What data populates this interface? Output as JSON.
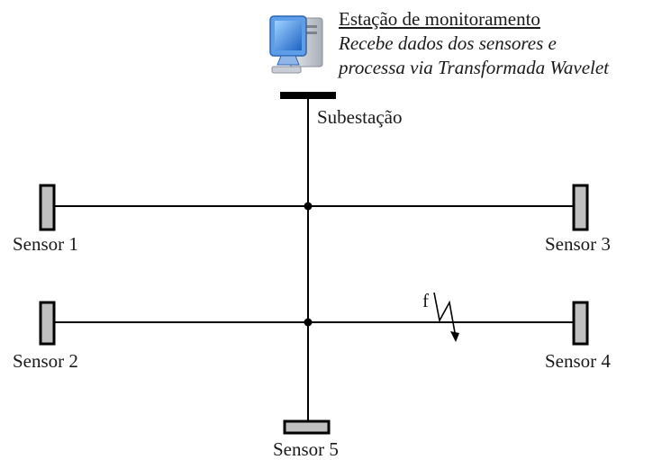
{
  "station": {
    "title": "Estação de monitoramento",
    "description_line1": "Recebe dados dos sensores e",
    "description_line2": "processa via Transformada Wavelet",
    "icon": "computer-icon"
  },
  "substation": {
    "label": "Subestação"
  },
  "sensors": [
    {
      "id": 1,
      "label": "Sensor 1"
    },
    {
      "id": 2,
      "label": "Sensor 2"
    },
    {
      "id": 3,
      "label": "Sensor 3"
    },
    {
      "id": 4,
      "label": "Sensor 4"
    },
    {
      "id": 5,
      "label": "Sensor 5"
    }
  ],
  "fault": {
    "label": "f"
  },
  "colors": {
    "line": "#000000",
    "sensor_fill": "#c0c0c0",
    "monitor_blue": "#2f7fd8",
    "tower_gray": "#c9ced6"
  }
}
